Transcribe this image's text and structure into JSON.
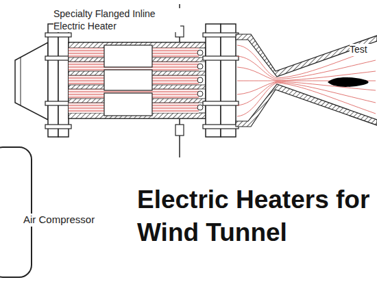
{
  "diagram": {
    "title": "Electric Heaters for Wind Tunnel",
    "nodes": [
      {
        "text": [
          "Specialty Flanged Inline Electric Heater"
        ]
      },
      {
        "text": [
          "Test"
        ]
      },
      {
        "text": [
          "Air Compressor"
        ]
      }
    ]
  }
}
